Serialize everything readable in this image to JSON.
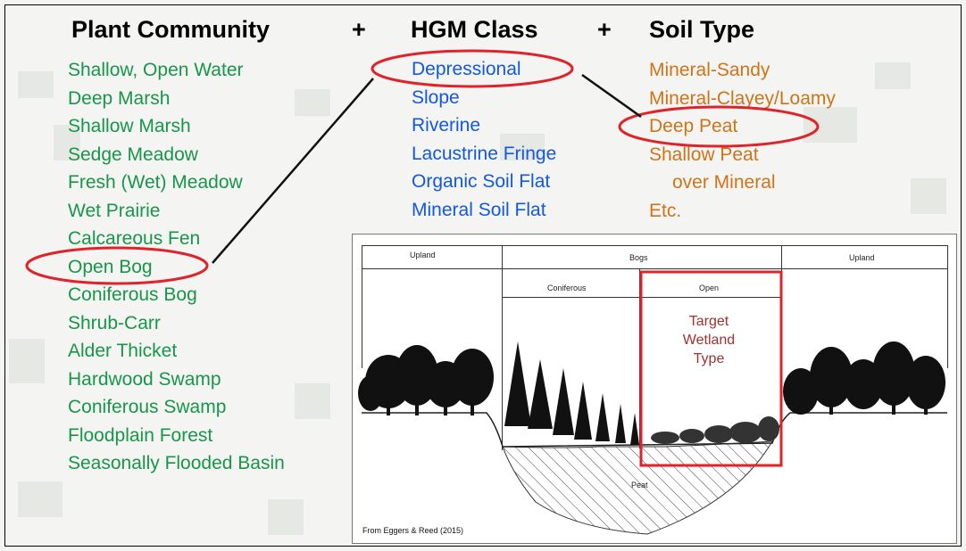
{
  "headers": {
    "plant_community": "Plant Community",
    "plus1": "+",
    "hgm_class": "HGM Class",
    "plus2": "+",
    "soil_type": "Soil Type"
  },
  "plant_communities": [
    "Shallow, Open Water",
    "Deep Marsh",
    "Shallow Marsh",
    "Sedge Meadow",
    "Fresh (Wet) Meadow",
    "Wet Prairie",
    "Calcareous Fen",
    "Open Bog",
    "Coniferous Bog",
    "Shrub-Carr",
    "Alder Thicket",
    "Hardwood Swamp",
    "Coniferous Swamp",
    "Floodplain Forest",
    "Seasonally Flooded Basin"
  ],
  "hgm_classes": [
    "Depressional",
    "Slope",
    "Riverine",
    "Lacustrine Fringe",
    "Organic Soil Flat",
    "Mineral Soil Flat"
  ],
  "soil_types": [
    "Mineral-Sandy",
    "Mineral-Clayey/Loamy",
    "Deep Peat",
    "Shallow Peat",
    "over Mineral",
    "Etc."
  ],
  "figure": {
    "upland_left": "Upland",
    "bogs": "Bogs",
    "upland_right": "Upland",
    "coniferous": "Coniferous",
    "open": "Open",
    "peat": "Peat",
    "target_line1": "Target",
    "target_line2": "Wetland",
    "target_line3": "Type",
    "credit": "From Eggers & Reed (2015)"
  },
  "colors": {
    "plant": "#17964a",
    "hgm": "#1257e6",
    "soil": "#d07318",
    "highlight": "#e0222a",
    "target_text": "#a0322f"
  }
}
